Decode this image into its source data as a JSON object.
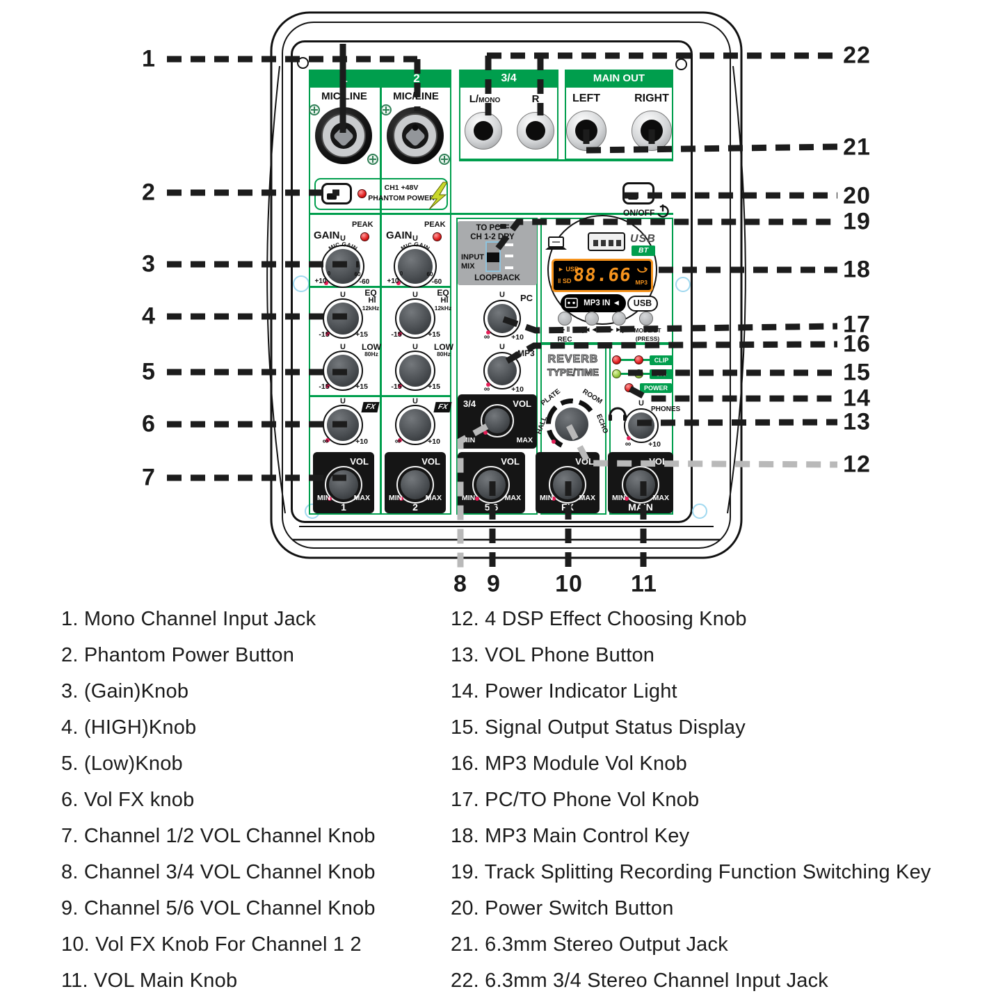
{
  "panel": {
    "headers": {
      "ch1": "1",
      "ch2": "2",
      "ch34": "3/4",
      "main_out": "MAIN OUT"
    },
    "mic_line": "MIC/LINE",
    "jacks": {
      "l_slash": "L/",
      "mono": "MONO",
      "r": "R",
      "left": "LEFT",
      "right": "RIGHT"
    },
    "phantom": {
      "line1": "CH1 +48V",
      "line2": "PHANTOM POWER"
    },
    "onoff": "ON/OFF",
    "gain": {
      "label": "GAIN",
      "peak": "PEAK",
      "u": "U",
      "arc": "MIC GAIN",
      "s1": "+10",
      "s2": "0",
      "s3": "60",
      "s4": "-60"
    },
    "eq": {
      "u": "U",
      "eq": "EQ",
      "hi": "HI",
      "hi_f": "12kHz",
      "low": "LOW",
      "low_f": "80Hz",
      "min": "-15",
      "max": "+15"
    },
    "fx": {
      "tag": "FX",
      "min": "∞",
      "max": "+10"
    },
    "route": {
      "to_pc": "TO PC",
      "dry": "CH 1-2 DRY",
      "input": "INPUT",
      "mix": "MIX",
      "loopback": "LOOPBACK"
    },
    "pc_knob": {
      "label": "PC",
      "u": "U",
      "min": "∞",
      "max": "+10"
    },
    "mp3_knob": {
      "label": "MP3",
      "u": "U",
      "min": "∞",
      "max": "+10"
    },
    "mp3": {
      "usb": "USB",
      "bt": "BT",
      "d_usb": "► USB",
      "d_sd": "‖ SD",
      "digits": "88.66",
      "d_mp3": "MP3",
      "mp3_in": "MP3 IN ◄",
      "usb_key": "USB",
      "k1": "►‖",
      "k1b": "REC",
      "k2": "|◄◄/-",
      "k3": "►►|/+",
      "k4": "MODE/BT",
      "k4b": "(PRESS)"
    },
    "reverb": {
      "l1": "REVERB",
      "l2": "TYPE/TIME",
      "t1": "HALL",
      "t2": "PLATE",
      "t3": "ROOM",
      "t4": "ECHO"
    },
    "ind": {
      "clip": "CLIP",
      "sig": "SIG",
      "power": "POWER"
    },
    "phones": {
      "label": "PHONES",
      "u": "U",
      "min": "∞",
      "max": "+10"
    },
    "vol": {
      "label": "VOL",
      "min": "MIN",
      "max": "MAX",
      "ch34": "3/4",
      "n1": "1",
      "n2": "2",
      "n3": "5,6",
      "n4": "FX",
      "n5": "MAIN"
    }
  },
  "callouts": [
    "1",
    "2",
    "3",
    "4",
    "5",
    "6",
    "7",
    "8",
    "9",
    "10",
    "11",
    "12",
    "13",
    "14",
    "15",
    "16",
    "17",
    "18",
    "19",
    "20",
    "21",
    "22"
  ],
  "legend": {
    "left": [
      "1. Mono Channel Input Jack",
      "2. Phantom Power Button",
      "3. (Gain)Knob",
      "4. (HIGH)Knob",
      "5. (Low)Knob",
      "6. Vol FX knob",
      "7. Channel 1/2 VOL Channel Knob",
      "8. Channel 3/4 VOL Channel Knob",
      "9. Channel 5/6 VOL Channel Knob",
      "10. Vol FX Knob For Channel 1 2",
      "11. VOL Main Knob"
    ],
    "right": [
      "12. 4 DSP Effect Choosing Knob",
      "13. VOL Phone Button",
      "14. Power Indicator Light",
      "15. Signal Output Status Display",
      "16. MP3 Module Vol Knob",
      "17. PC/TO Phone Vol Knob",
      "18. MP3 Main Control Key",
      "19. Track Splitting Recording Function Switching Key",
      "20. Power Switch Button",
      "21. 6.3mm Stereo Output Jack",
      "22. 6.3mm 3/4 Stereo Channel Input Jack"
    ]
  },
  "colors": {
    "green": "#009E4D",
    "display_orange": "#F7941D",
    "led_red": "#E01B1B",
    "led_green": "#96C93D",
    "callout_gray": "#B9B9B9",
    "panel_black": "#151515"
  }
}
